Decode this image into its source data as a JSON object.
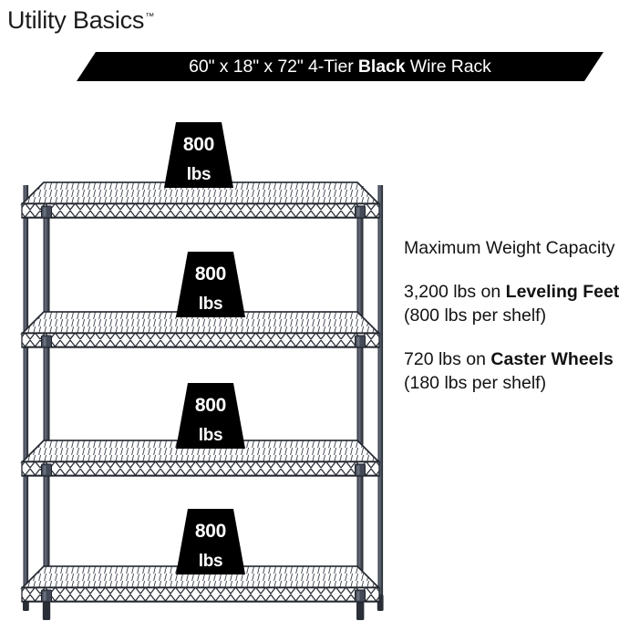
{
  "brand": {
    "name": "Utility Basics",
    "trademark": "™"
  },
  "banner": {
    "prefix": "60\" x 18\" x 72\" 4-Tier ",
    "bold": "Black",
    "suffix": " Wire Rack",
    "background_color": "#000000",
    "text_color": "#ffffff"
  },
  "capacity": {
    "heading": "Maximum Weight Capacity",
    "leveling_feet": {
      "prefix": "3,200 lbs on ",
      "bold": "Leveling Feet",
      "suffix": " (800 lbs per shelf)"
    },
    "caster_wheels": {
      "prefix": "720 lbs on ",
      "bold": "Caster Wheels",
      "suffix": " (180 lbs per shelf)"
    }
  },
  "rack": {
    "tiers": 4,
    "shelf_badges": [
      {
        "value": "800",
        "unit": "lbs"
      },
      {
        "value": "800",
        "unit": "lbs"
      },
      {
        "value": "800",
        "unit": "lbs"
      },
      {
        "value": "800",
        "unit": "lbs"
      }
    ],
    "finish_color": "#3a3f4a",
    "wire_color": "#2b2f38"
  }
}
